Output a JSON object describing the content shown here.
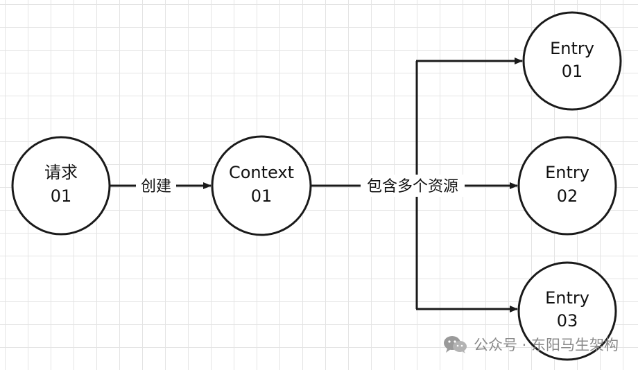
{
  "nodes": {
    "request": {
      "line1": "请求",
      "line2": "01"
    },
    "context": {
      "line1": "Context",
      "line2": "01"
    },
    "entry1": {
      "line1": "Entry",
      "line2": "01"
    },
    "entry2": {
      "line1": "Entry",
      "line2": "02"
    },
    "entry3": {
      "line1": "Entry",
      "line2": "03"
    }
  },
  "edges": {
    "create_label": "创建",
    "contains_label": "包含多个资源"
  },
  "watermark": {
    "icon": "wechat-icon",
    "text": "公众号 · 东阳马生架构"
  },
  "colors": {
    "stroke": "#1a1a1a",
    "grid": "#e4e4e4",
    "watermark": "#8a8a8a"
  }
}
